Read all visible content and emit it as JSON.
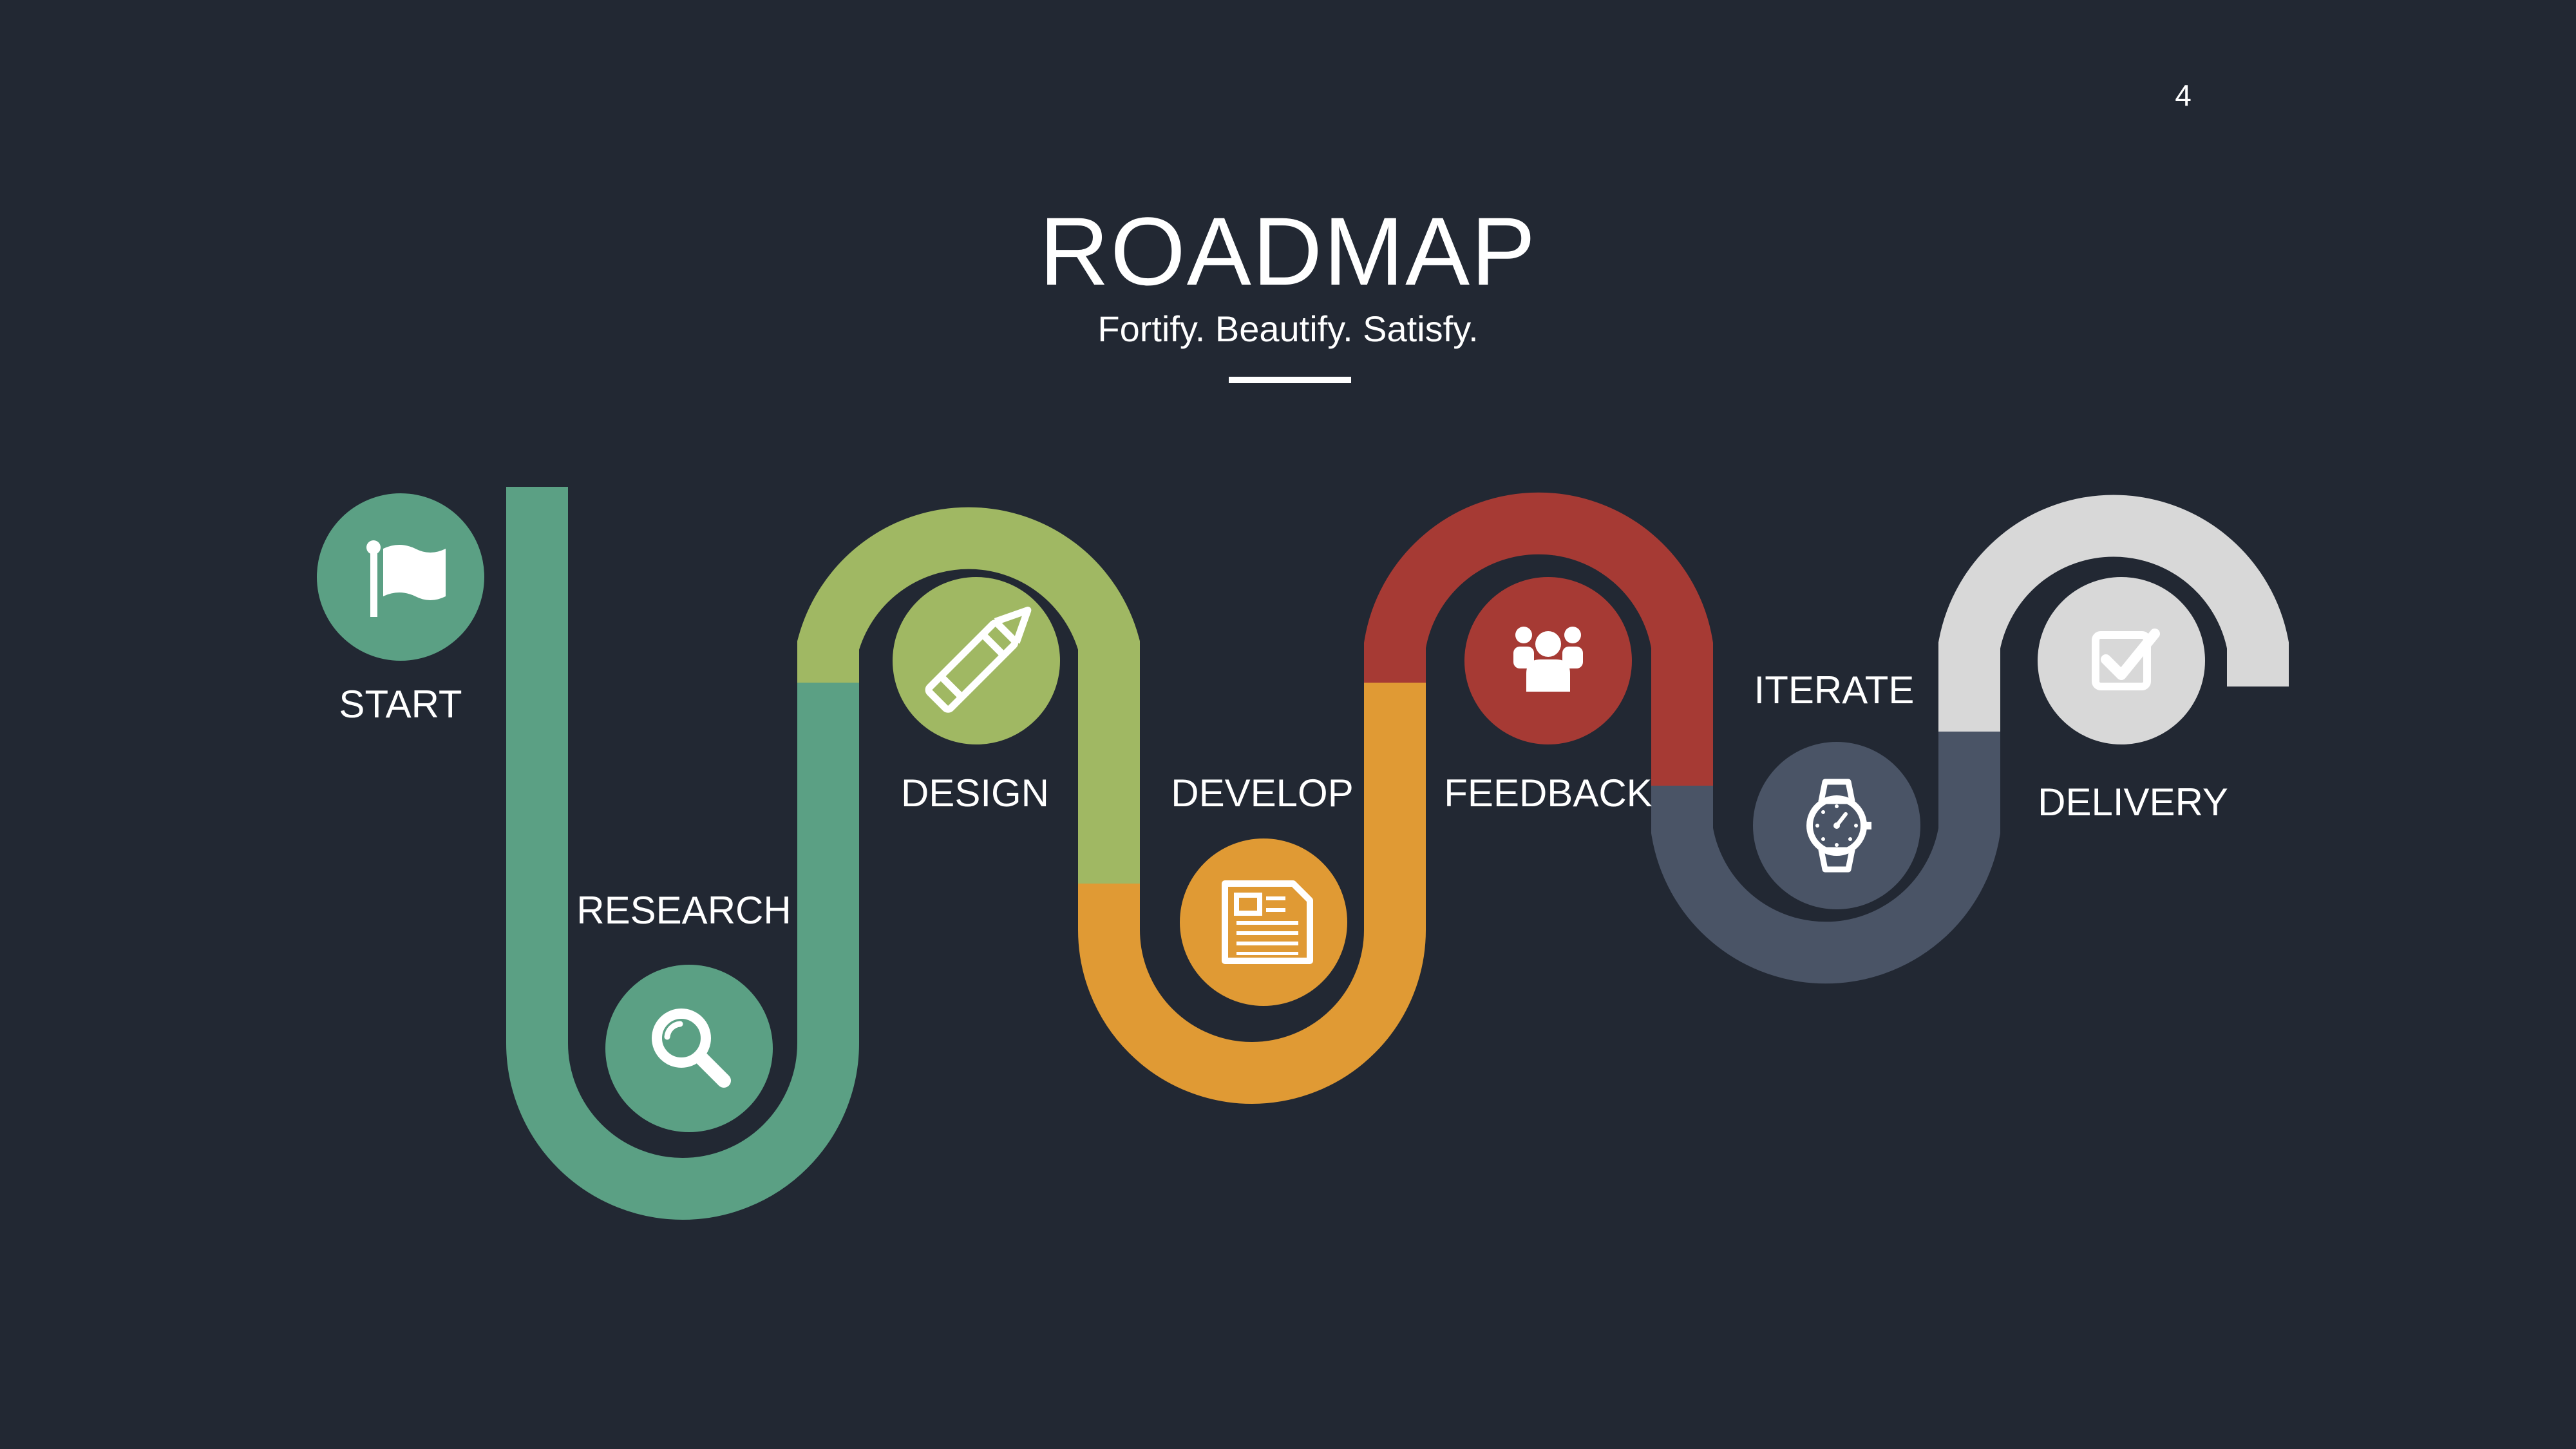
{
  "page_number": "4",
  "title": "ROADMAP",
  "subtitle": "Fortify. Beautify. Satisfy.",
  "colors": {
    "background": "#222833",
    "teal": "#5BA084",
    "green": "#A0B863",
    "orange": "#E09A34",
    "red": "#A63A34",
    "slate": "#4A5466",
    "light": "#D8D8D8",
    "text": "#FFFFFF"
  },
  "steps": [
    {
      "label": "START",
      "icon": "flag-icon",
      "color": "#5BA084"
    },
    {
      "label": "RESEARCH",
      "icon": "search-icon",
      "color": "#5BA084"
    },
    {
      "label": "DESIGN",
      "icon": "pencil-icon",
      "color": "#A0B863"
    },
    {
      "label": "DEVELOP",
      "icon": "newspaper-icon",
      "color": "#E09A34"
    },
    {
      "label": "FEEDBACK",
      "icon": "team-icon",
      "color": "#A63A34"
    },
    {
      "label": "ITERATE",
      "icon": "watch-icon",
      "color": "#4A5466"
    },
    {
      "label": "DELIVERY",
      "icon": "checkbox-icon",
      "color": "#D8D8D8"
    }
  ]
}
